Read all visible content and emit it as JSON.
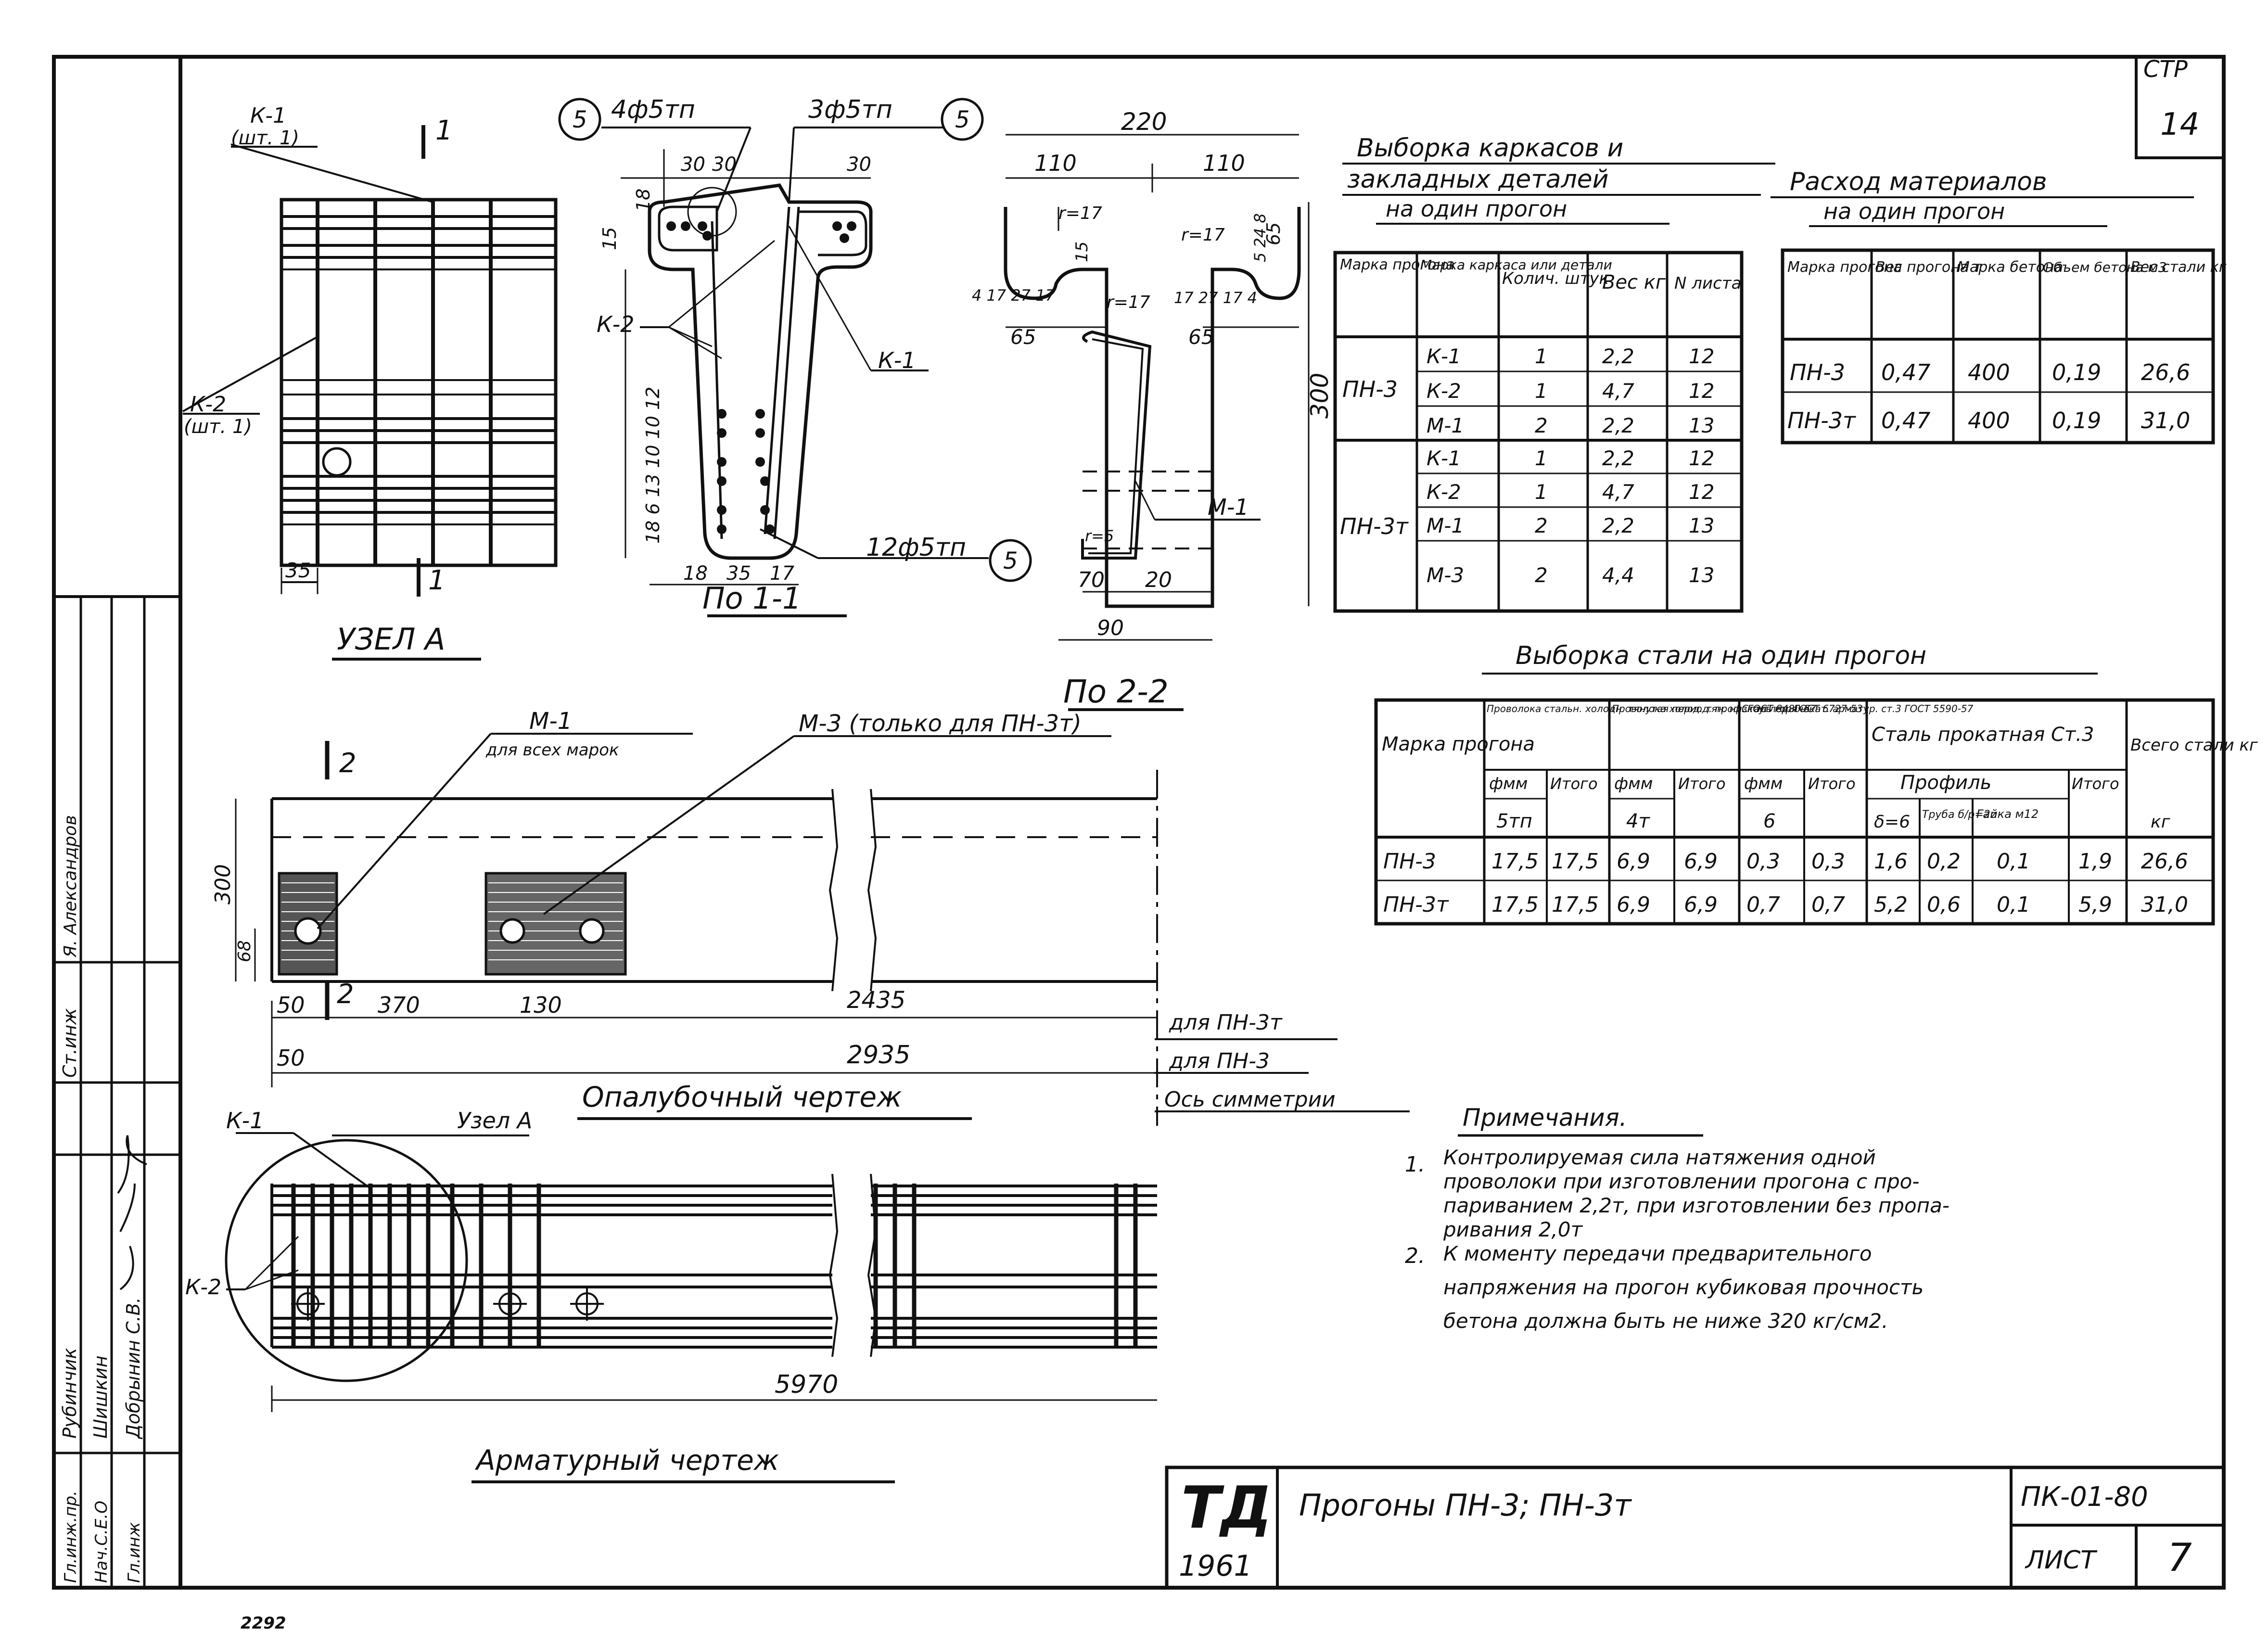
{
  "sheet": {
    "page_label": "СТР",
    "page_number": "14",
    "code": "ПК-01-80",
    "sheet_label": "ЛИСТ",
    "sheet_number": "7",
    "title": "Прогоны ПН-3; ПН-3т",
    "logo_text": "ТД",
    "year": "1961",
    "stamp_number": "2292"
  },
  "side_block": {
    "rows": [
      {
        "role": "Гл.инж.пр.",
        "name": "Рубинчик"
      },
      {
        "role": "Нач.С.Е.О",
        "name": "Шишкин"
      },
      {
        "role": "Гл.инж",
        "name": "Добрынин С.В."
      },
      {
        "role": "Ст.инж",
        "name": ""
      },
      {
        "role": "",
        "name": "Я. Александров"
      }
    ]
  },
  "node_a": {
    "label_k1": "К-1",
    "label_k1_qty": "(шт. 1)",
    "label_k2": "К-2",
    "label_k2_qty": "(шт. 1)",
    "dim_35": "35",
    "section_mark": "1",
    "caption": "УЗЕЛ А"
  },
  "section_1": {
    "callout": "5",
    "bar_top_left": "4ф5тп",
    "bar_top_right": "3ф5тп",
    "bar_bottom": "12ф5тп",
    "dim_30a": "30",
    "dim_30b": "30",
    "dim_30c": "30",
    "dim_18": "18",
    "dim_15": "15",
    "dims_vert": "18 6 13 10 10 12",
    "dim_18b": "18",
    "dim_35": "35",
    "dim_17": "17",
    "label_k2": "К-2",
    "label_k1": "К-1",
    "caption": "По 1-1"
  },
  "section_2": {
    "dim_220": "220",
    "dim_110a": "110",
    "dim_110b": "110",
    "dim_r17a": "r=17",
    "dim_r17b": "r=17",
    "dim_r17c": "r=17",
    "dim_r5": "r=5",
    "dim_65a": "65",
    "dim_65b": "65",
    "dim_65c": "65",
    "dim_15": "15",
    "dim_left": "4 17 27 17",
    "dim_right": "17 27 17 4",
    "dim_small": "5 24 8",
    "dim_300": "300",
    "label_m1": "М-1",
    "dim_70": "70",
    "dim_20": "20",
    "dim_90": "90",
    "caption": "По 2-2"
  },
  "table_frames": {
    "title_line1": "Выборка каркасов и",
    "title_line2": "закладных деталей",
    "subtitle": "на один прогон",
    "headers": [
      "Марка прогона",
      "Марка каркаса или детали",
      "Колич. штук",
      "Вес кг",
      "N листа"
    ],
    "groups": [
      {
        "mark": "ПН-3",
        "rows": [
          [
            "К-1",
            "1",
            "2,2",
            "12"
          ],
          [
            "К-2",
            "1",
            "4,7",
            "12"
          ],
          [
            "М-1",
            "2",
            "2,2",
            "13"
          ]
        ]
      },
      {
        "mark": "ПН-3т",
        "rows": [
          [
            "К-1",
            "1",
            "2,2",
            "12"
          ],
          [
            "К-2",
            "1",
            "4,7",
            "12"
          ],
          [
            "М-1",
            "2",
            "2,2",
            "13"
          ],
          [
            "М-3",
            "2",
            "4,4",
            "13"
          ]
        ]
      }
    ]
  },
  "table_materials": {
    "title": "Расход материалов",
    "subtitle": "на один прогон",
    "headers": [
      "Марка прогона",
      "Вес прогона т",
      "Марка бетона",
      "Объем бетона м3",
      "Вес стали кг"
    ],
    "rows": [
      [
        "ПН-3",
        "0,47",
        "400",
        "0,19",
        "26,6"
      ],
      [
        "ПН-3т",
        "0,47",
        "400",
        "0,19",
        "31,0"
      ]
    ]
  },
  "table_steel": {
    "title": "Выборка стали на один прогон",
    "col_mark": "Марка прогона",
    "col_wire_cold": "Проволока стальн. холодн. тянутая период. проф. ГОСТ 8480-57",
    "col_wire_high": "Проволока холод. тян. низкоуглер. ГОСТ 6727-53",
    "col_steel_hot": "Сталь горячекат. арматур. ст.3 ГОСТ 5590-57",
    "col_rolled": "Сталь прокатная Ст.3",
    "col_total": "Всего стали кг",
    "sub_dia1": "фмм",
    "sub_total1": "Итого",
    "sub_dia2": "фмм",
    "sub_total2": "Итого",
    "sub_dia3": "фмм",
    "sub_total3": "Итого",
    "sub_profile": "Профиль",
    "sub_total4": "Итого",
    "val_dia1": "5тп",
    "val_dia2": "4т",
    "val_dia3": "6",
    "sub_plate": "δ=6",
    "sub_pipe": "Труба б/р=2о",
    "sub_nut": "Гайка м12",
    "unit_total": "кг",
    "rows": [
      [
        "ПН-3",
        "17,5",
        "17,5",
        "6,9",
        "6,9",
        "0,3",
        "0,3",
        "1,6",
        "0,2",
        "0,1",
        "1,9",
        "26,6"
      ],
      [
        "ПН-3т",
        "17,5",
        "17,5",
        "6,9",
        "6,9",
        "0,7",
        "0,7",
        "5,2",
        "0,6",
        "0,1",
        "5,9",
        "31,0"
      ]
    ]
  },
  "formwork": {
    "label_m1": "М-1",
    "label_m1_note": "для всех марок",
    "label_m3": "М-3 (только для ПН-3т)",
    "section_mark": "2",
    "dim_300": "300",
    "dim_68": "68",
    "dim_50a": "50",
    "dim_370": "370",
    "dim_130": "130",
    "dim_2435": "2435",
    "dim_50b": "50",
    "dim_2935": "2935",
    "for_pn3t": "для ПН-3т",
    "for_pn3": "для ПН-3",
    "axis": "Ось симметрии",
    "caption": "Опалубочный чертеж"
  },
  "rebar": {
    "label_k1": "К-1",
    "label_node": "Узел А",
    "label_k2": "К-2",
    "dim_5970": "5970",
    "caption": "Арматурный чертеж"
  },
  "notes": {
    "title": "Примечания.",
    "items": [
      {
        "n": "1.",
        "lines": [
          "Контролируемая сила натяжения одной",
          "проволоки при изготовлении прогона с про-",
          "париванием 2,2т, при изготовлении без пропа-",
          "ривания 2,0т"
        ]
      },
      {
        "n": "2.",
        "lines": [
          "К моменту передачи предварительного",
          "напряжения на прогон кубиковая прочность",
          "бетона должна быть не ниже 320 кг/см2."
        ]
      }
    ]
  }
}
